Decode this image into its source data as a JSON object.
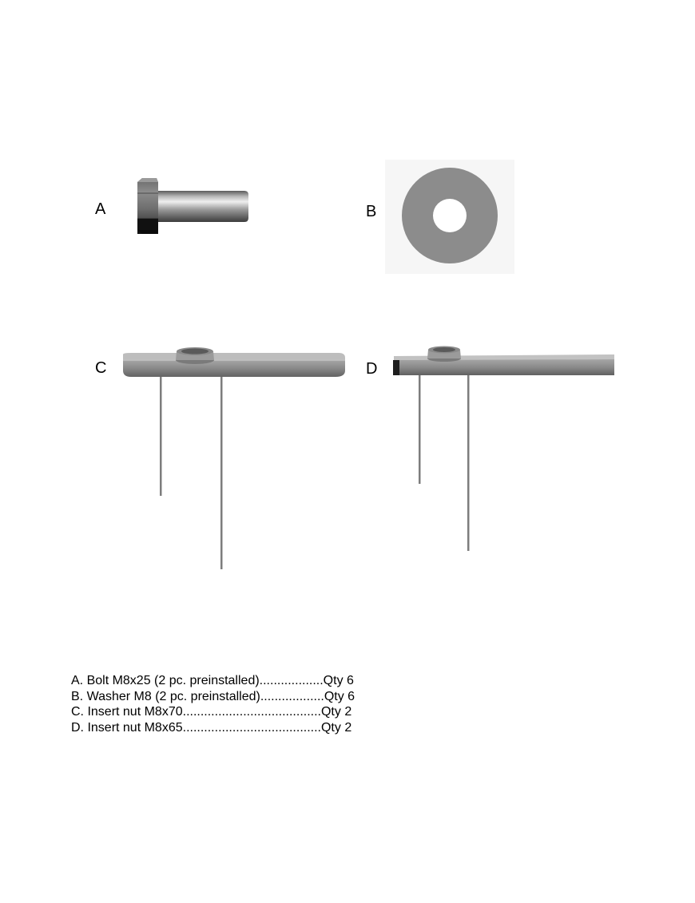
{
  "labels": {
    "a": "A",
    "b": "B",
    "c": "C",
    "d": "D"
  },
  "icons": {
    "a": "hex-bolt-icon",
    "b": "washer-icon",
    "c": "insert-nut-long-icon",
    "d": "insert-nut-short-icon"
  },
  "parts_list": [
    "A. Bolt M8x25 (2 pc. preinstalled)..................Qty 6",
    "B. Washer M8 (2 pc. preinstalled)..................Qty 6",
    "C. Insert nut M8x70.......................................Qty 2",
    "D. Insert nut M8x65.......................................Qty 2"
  ]
}
